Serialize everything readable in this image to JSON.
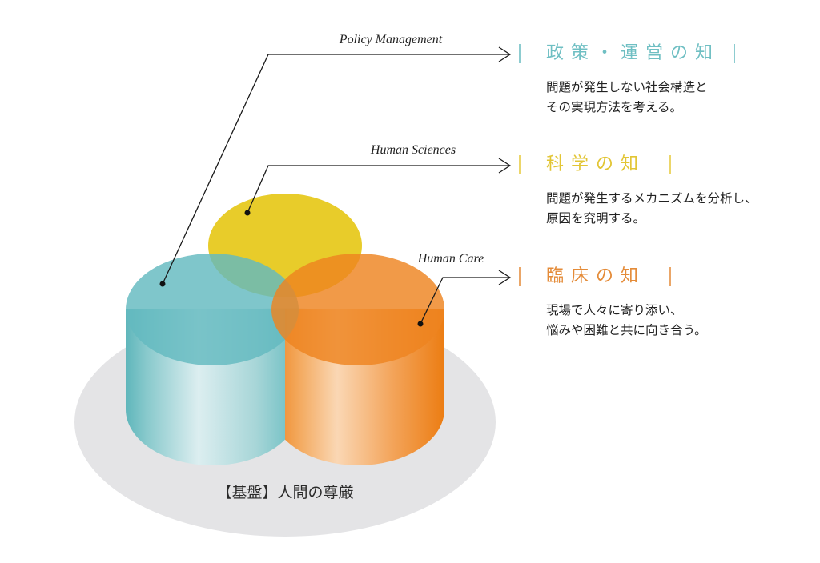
{
  "diagram": {
    "base": {
      "label": "【基盤】人間の尊厳",
      "color": "#e4e4e6"
    },
    "elements": [
      {
        "id": "policy",
        "english_label": "Policy Management",
        "heading": "政策・運営の知",
        "description_lines": [
          "問題が発生しない社会構造と",
          "その実現方法を考える。"
        ],
        "color": "#6fc0c4",
        "shape": "cylinder-left"
      },
      {
        "id": "science",
        "english_label": "Human Sciences",
        "heading": "科学の知",
        "description_lines": [
          "問題が発生するメカニズムを分析し、",
          "原因を究明する。"
        ],
        "color": "#e8cc2a",
        "shape": "ellipse-top"
      },
      {
        "id": "care",
        "english_label": "Human Care",
        "heading": "臨床の知",
        "description_lines": [
          "現場で人々に寄り添い、",
          "悩みや困難と共に向き合う。"
        ],
        "color": "#ee8a2a",
        "shape": "cylinder-right"
      }
    ]
  }
}
